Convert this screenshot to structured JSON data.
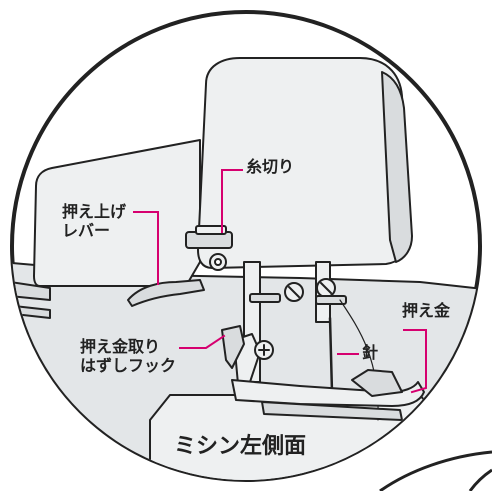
{
  "labels": {
    "thread_cutter": "糸切り",
    "presser_lever_line1": "押え上げ",
    "presser_lever_line2": "レバー",
    "presser_foot": "押え金",
    "needle": "針",
    "foot_hook_line1": "押え金取り",
    "foot_hook_line2": "はずしフック"
  },
  "caption": "ミシン左側面",
  "colors": {
    "leader": "#d6006f",
    "outline": "#222222",
    "body_fill": "#eef0f1",
    "shade_fill": "#d9dcde",
    "background": "#ffffff"
  }
}
